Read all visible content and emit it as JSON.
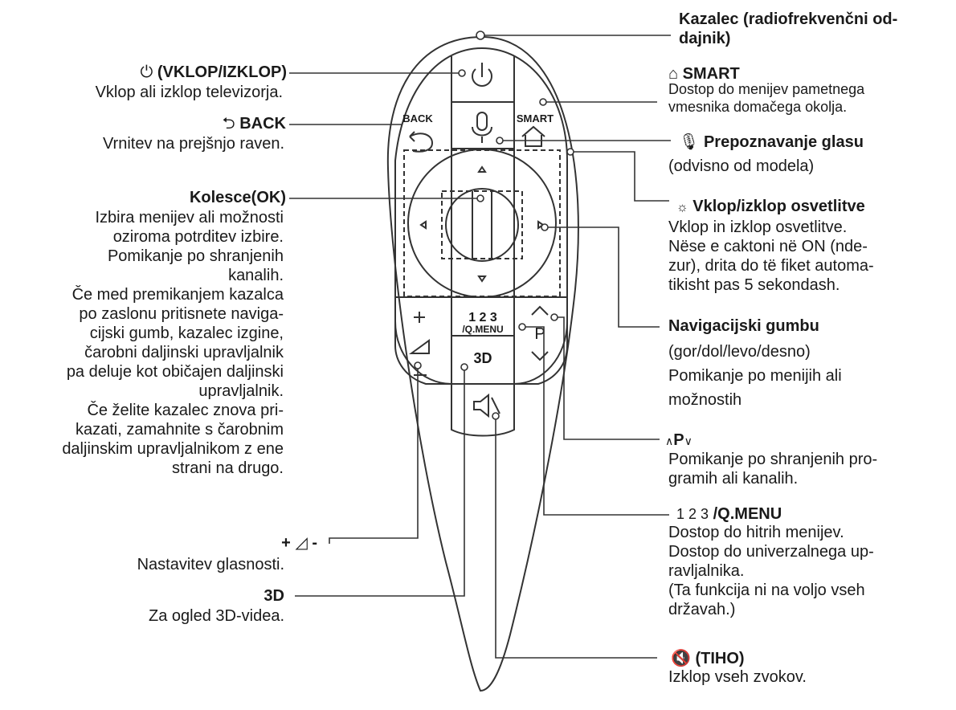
{
  "remote": {
    "buttons": {
      "back": "BACK",
      "smart": "SMART",
      "num": "1 2 3",
      "qmenu": "/Q.MENU",
      "three_d": "3D",
      "p": "P"
    }
  },
  "left": {
    "power": {
      "icon": "power-icon",
      "title": "(VKLOP/IZKLOP)",
      "desc": "Vklop ali izklop televizorja."
    },
    "back": {
      "icon": "back-arrow-icon",
      "title": "BACK",
      "desc": "Vrnitev na prejšnjo raven."
    },
    "wheel": {
      "title": "Kolesce(OK)",
      "lines": [
        "Izbira menijev ali možnosti",
        "oziroma potrditev izbire.",
        "Pomikanje po shranjenih",
        "kanalih.",
        "Če med premikanjem kazalca",
        "po zaslonu pritisnete naviga-",
        "cijski gumb, kazalec izgine,",
        "čarobni daljinski upravljalnik",
        "pa deluje kot običajen daljinski",
        "upravljalnik.",
        "Če želite kazalec znova pri-",
        "kazati, zamahnite s čarobnim",
        "daljinskim upravljalnikom z ene",
        "strani na drugo."
      ]
    },
    "volume": {
      "title_plus": "+",
      "title_minus": "-",
      "desc": "Nastavitev glasnosti."
    },
    "three_d": {
      "title": "3D",
      "desc": "Za ogled 3D-videa."
    }
  },
  "right": {
    "pointer": {
      "title": "Kazalec (radiofrekvenčni od-dajnik)"
    },
    "smart": {
      "icon": "home-icon",
      "title": "SMART",
      "lines": [
        "Dostop do menijev pametnega",
        "vmesnika domačega okolja."
      ]
    },
    "voice": {
      "icon": "microphone-icon",
      "title": "Prepoznavanje glasu",
      "desc": "(odvisno od modela)"
    },
    "light": {
      "icon": "light-bulb-icon",
      "title": "Vklop/izklop osvetlitve",
      "lines": [
        "Vklop in izklop osvetlitve.",
        "Nëse e caktoni në ON (nde-",
        "zur), drita do të fiket automa-",
        "tikisht pas 5 sekondash."
      ]
    },
    "nav": {
      "title": "Navigacijski gumbu",
      "lines": [
        "(gor/dol/levo/desno)",
        "Pomikanje po menijih ali",
        "možnostih"
      ]
    },
    "program": {
      "title": "P",
      "lines": [
        "Pomikanje po shranjenih pro-",
        "gramih ali kanalih."
      ]
    },
    "qmenu": {
      "title_num": "1 2 3",
      "title": "/Q.MENU",
      "lines": [
        "Dostop do hitrih menijev.",
        "Dostop do univerzalnega up-",
        "ravljalnika.",
        "(Ta funkcija ni na voljo vseh",
        "državah.)"
      ]
    },
    "mute": {
      "icon": "mute-icon",
      "title": "(TIHO)",
      "desc": "Izklop vseh zvokov."
    }
  }
}
